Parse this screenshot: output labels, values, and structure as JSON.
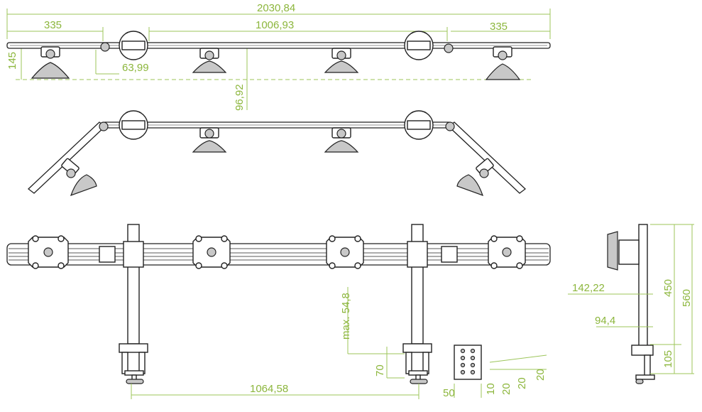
{
  "colors": {
    "dimension": "#8cb63c",
    "outline": "#222222",
    "background": "#ffffff"
  },
  "dimensions": {
    "total_width": "2030,84",
    "end_left": "335",
    "center_span": "1006,93",
    "end_right": "335",
    "height_145": "145",
    "offset_63_99": "63,99",
    "depth_96_92": "96,92",
    "base_1064_58": "1064,58",
    "max_54_8": "max. 54,8",
    "clamp_70": "70",
    "clamp_50": "50",
    "plate_10": "10",
    "plate_20a": "20",
    "plate_20b": "20",
    "plate_20c": "20",
    "side_142_22": "142,22",
    "side_94_4": "94,4",
    "side_450": "450",
    "side_560": "560",
    "side_105": "105"
  }
}
